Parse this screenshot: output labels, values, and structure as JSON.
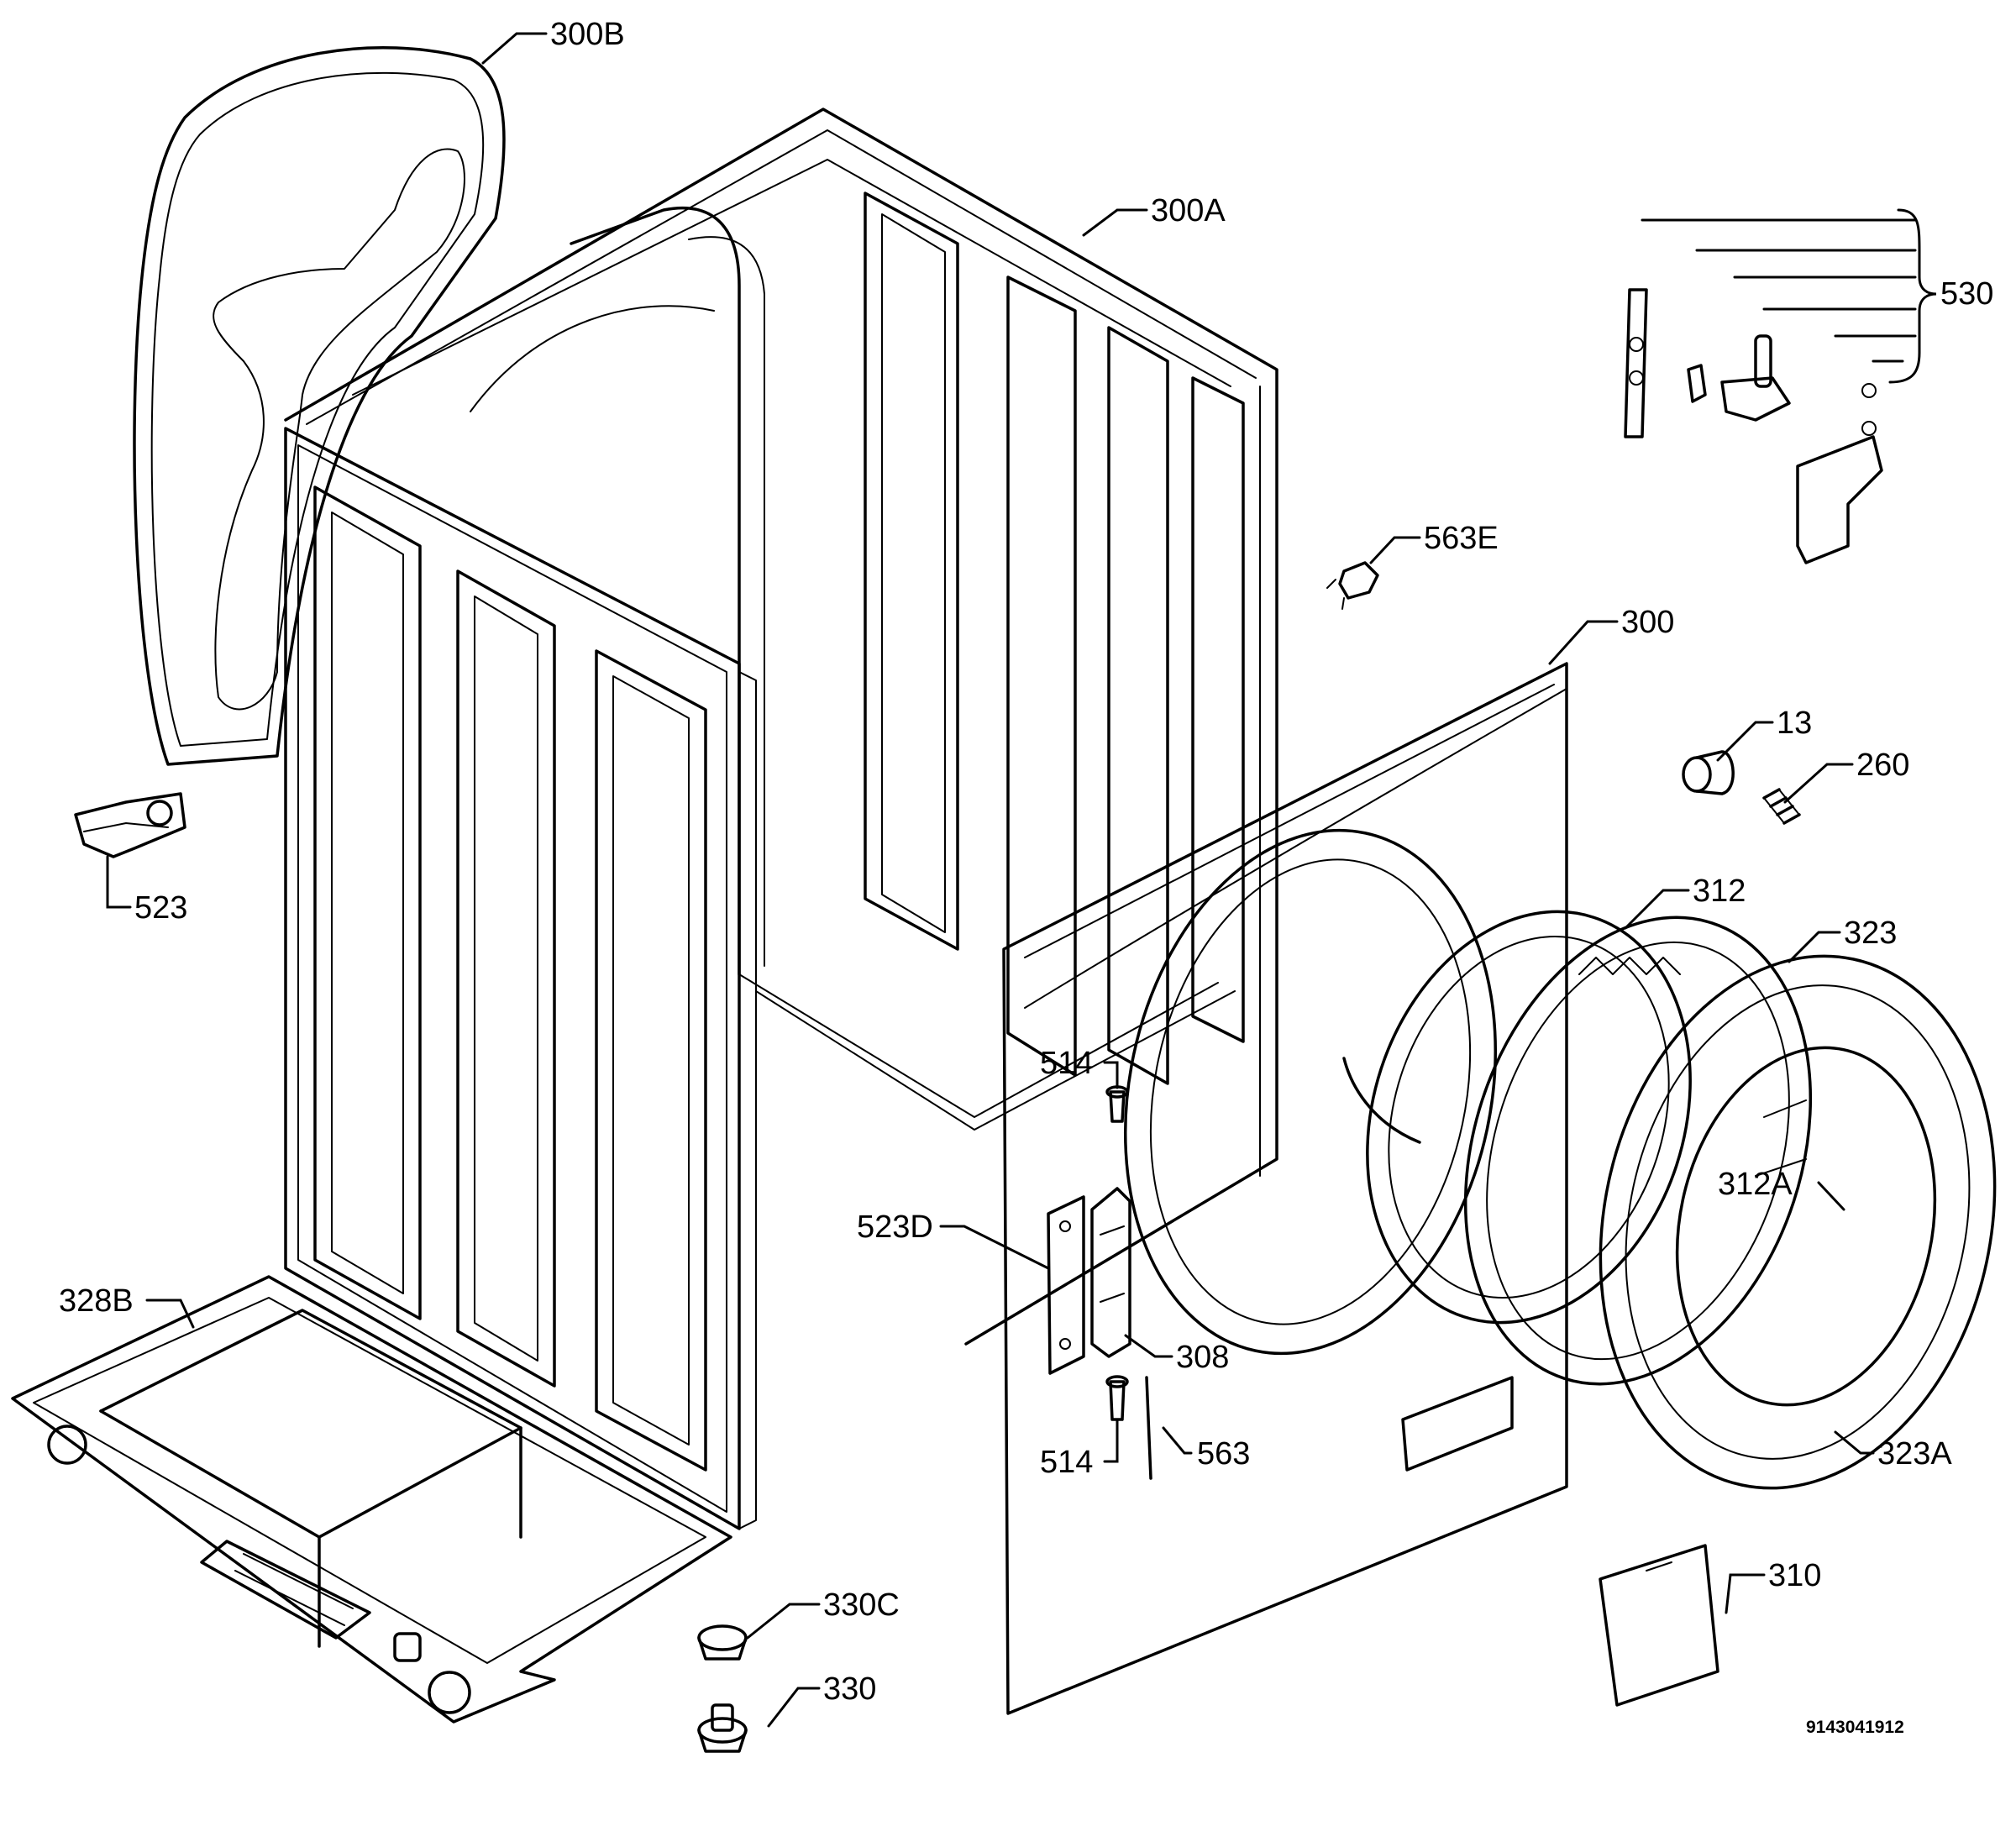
{
  "callouts": {
    "c300B": "300B",
    "c300A": "300A",
    "c530": "530",
    "c563E": "563E",
    "c300": "300",
    "c13": "13",
    "c260": "260",
    "c523": "523",
    "c312": "312",
    "c323": "323",
    "c514a": "514",
    "c312A": "312A",
    "c523D": "523D",
    "c328B": "328B",
    "c308": "308",
    "c514b": "514",
    "c563": "563",
    "c323A": "323A",
    "c310": "310",
    "c330C": "330C",
    "c330": "330"
  },
  "document_number": "9143041912"
}
